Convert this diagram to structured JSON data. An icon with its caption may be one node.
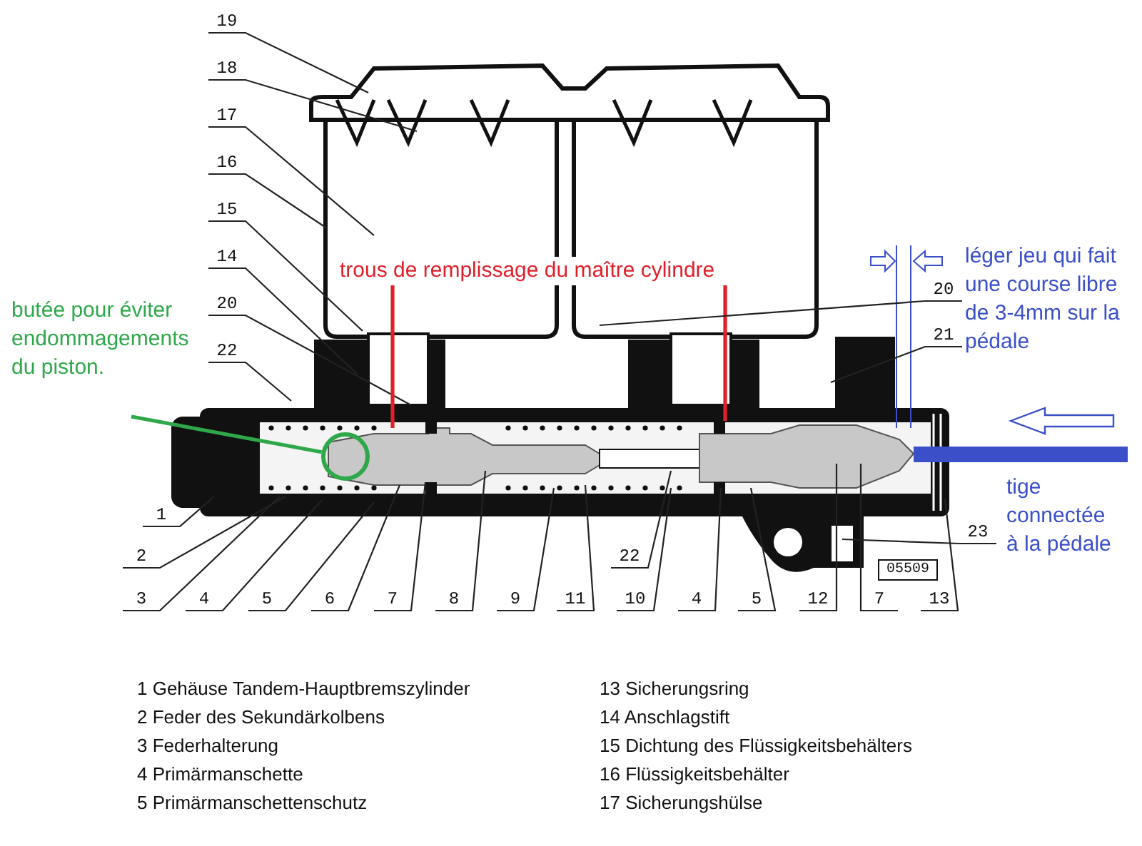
{
  "diagram": {
    "nodes": [
      {
        "text": [
          "19"
        ]
      },
      {
        "text": [
          "18"
        ]
      },
      {
        "text": [
          "17"
        ]
      },
      {
        "text": [
          "16"
        ]
      },
      {
        "text": [
          "15"
        ]
      },
      {
        "text": [
          "14"
        ]
      },
      {
        "text": [
          "20"
        ]
      },
      {
        "text": [
          "22"
        ]
      },
      {
        "text": [
          "trous de remplissage du maître cylindre"
        ]
      },
      {
        "text": [
          "20"
        ]
      },
      {
        "text": [
          "21"
        ]
      },
      {
        "text": [
          "butée pour éviter endommagements du piston."
        ]
      },
      {
        "text": [],
        "shape": "circle"
      },
      {
        "text": [
          "1"
        ]
      },
      {
        "text": [
          "2"
        ]
      },
      {
        "text": [
          "22"
        ]
      },
      {
        "text": [
          "23"
        ]
      },
      {
        "text": [
          "05509"
        ]
      },
      {
        "text": [
          "3"
        ]
      },
      {
        "text": [
          "4"
        ]
      },
      {
        "text": [
          "5"
        ]
      },
      {
        "text": [
          "6"
        ]
      },
      {
        "text": [
          "7"
        ]
      },
      {
        "text": [
          "8"
        ]
      },
      {
        "text": [
          "9"
        ]
      },
      {
        "text": [
          "11"
        ]
      },
      {
        "text": [
          "10"
        ]
      },
      {
        "text": [
          "4"
        ]
      },
      {
        "text": [
          "5"
        ]
      },
      {
        "text": [
          "12"
        ]
      },
      {
        "text": [
          "7"
        ]
      },
      {
        "text": [
          "13"
        ]
      }
    ],
    "edges": [
      {
        "from": 0,
        "to": null,
        "arrow": "none"
      },
      {
        "from": 1,
        "to": null,
        "arrow": "none"
      },
      {
        "from": 2,
        "to": null,
        "arrow": "none"
      },
      {
        "from": 3,
        "to": null,
        "arrow": "none"
      },
      {
        "from": 4,
        "to": null,
        "arrow": "none"
      },
      {
        "from": 5,
        "to": null,
        "arrow": "none"
      },
      {
        "from": 6,
        "to": null,
        "arrow": "none"
      },
      {
        "from": 7,
        "to": null,
        "arrow": "none"
      },
      {
        "from": 8,
        "to": null,
        "arrow": "none",
        "style": "thick",
        "color": "#e0202a"
      },
      {
        "from": 8,
        "to": null,
        "arrow": "none",
        "style": "thick",
        "color": "#e0202a"
      },
      {
        "from": 9,
        "to": null,
        "arrow": "none"
      },
      {
        "from": 10,
        "to": null,
        "arrow": "none"
      },
      {
        "from": 11,
        "to": 12,
        "arrow": "none",
        "style": "thick",
        "color": "#2ea84a"
      },
      {
        "from": 13,
        "to": null,
        "arrow": "none"
      },
      {
        "from": 14,
        "to": null,
        "arrow": "none"
      },
      {
        "from": 15,
        "to": null,
        "arrow": "none"
      },
      {
        "from": 16,
        "to": null,
        "arrow": "none"
      },
      {
        "from": 18,
        "to": null,
        "arrow": "none"
      },
      {
        "from": 19,
        "to": null,
        "arrow": "none"
      },
      {
        "from": 20,
        "to": null,
        "arrow": "none"
      },
      {
        "from": 21,
        "to": null,
        "arrow": "none"
      },
      {
        "from": 22,
        "to": null,
        "arrow": "none"
      },
      {
        "from": 23,
        "to": null,
        "arrow": "none"
      },
      {
        "from": 24,
        "to": null,
        "arrow": "none"
      },
      {
        "from": 25,
        "to": null,
        "arrow": "none"
      },
      {
        "from": 26,
        "to": null,
        "arrow": "none"
      },
      {
        "from": 27,
        "to": null,
        "arrow": "none"
      },
      {
        "from": 28,
        "to": null,
        "arrow": "none"
      },
      {
        "from": 29,
        "to": null,
        "arrow": "none"
      },
      {
        "from": 30,
        "to": null,
        "arrow": "none"
      },
      {
        "from": 31,
        "to": null,
        "arrow": "none"
      }
    ],
    "labels": [
      "léger jeu qui fait une course libre de 3-4mm sur la pédale",
      "tige connectée à la pédale",
      "1 Gehäuse Tandem-Hauptbremszylinder",
      "2 Feder des Sekundärkolbens",
      "3 Federhalterung",
      "4 Primärmanschette",
      "5 Primärmanschettenschutz",
      "13 Sicherungsring",
      "14 Anschlagstift",
      "15 Dichtung des Flüssigkeitsbehälters",
      "16 Flüssigkeitsbehälter",
      "17 Sicherungshülse"
    ]
  }
}
